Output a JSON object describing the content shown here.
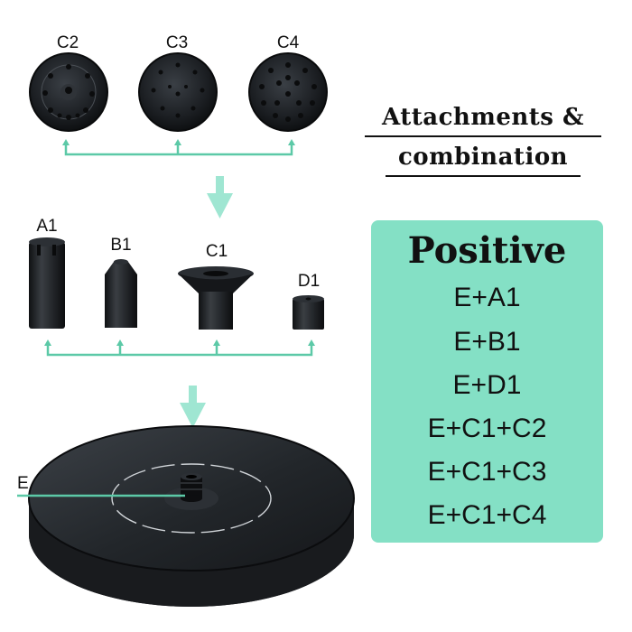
{
  "title": {
    "line1": "Attachments &",
    "line2": "combination"
  },
  "nozzles": [
    {
      "id": "C2",
      "label": "C2"
    },
    {
      "id": "C3",
      "label": "C3"
    },
    {
      "id": "C4",
      "label": "C4"
    }
  ],
  "heads": [
    {
      "id": "A1",
      "label": "A1"
    },
    {
      "id": "B1",
      "label": "B1"
    },
    {
      "id": "C1",
      "label": "C1"
    },
    {
      "id": "D1",
      "label": "D1"
    }
  ],
  "base": {
    "label": "E"
  },
  "panel": {
    "title": "Positive",
    "combinations": [
      "E+A1",
      "E+B1",
      "E+D1",
      "E+C1+C2",
      "E+C1+C3",
      "E+C1+C4"
    ]
  },
  "colors": {
    "accent": "#5cc9a7",
    "arrow": "#9fe6d2",
    "panel_bg": "#84e0c5",
    "product": "#1b1e22"
  }
}
